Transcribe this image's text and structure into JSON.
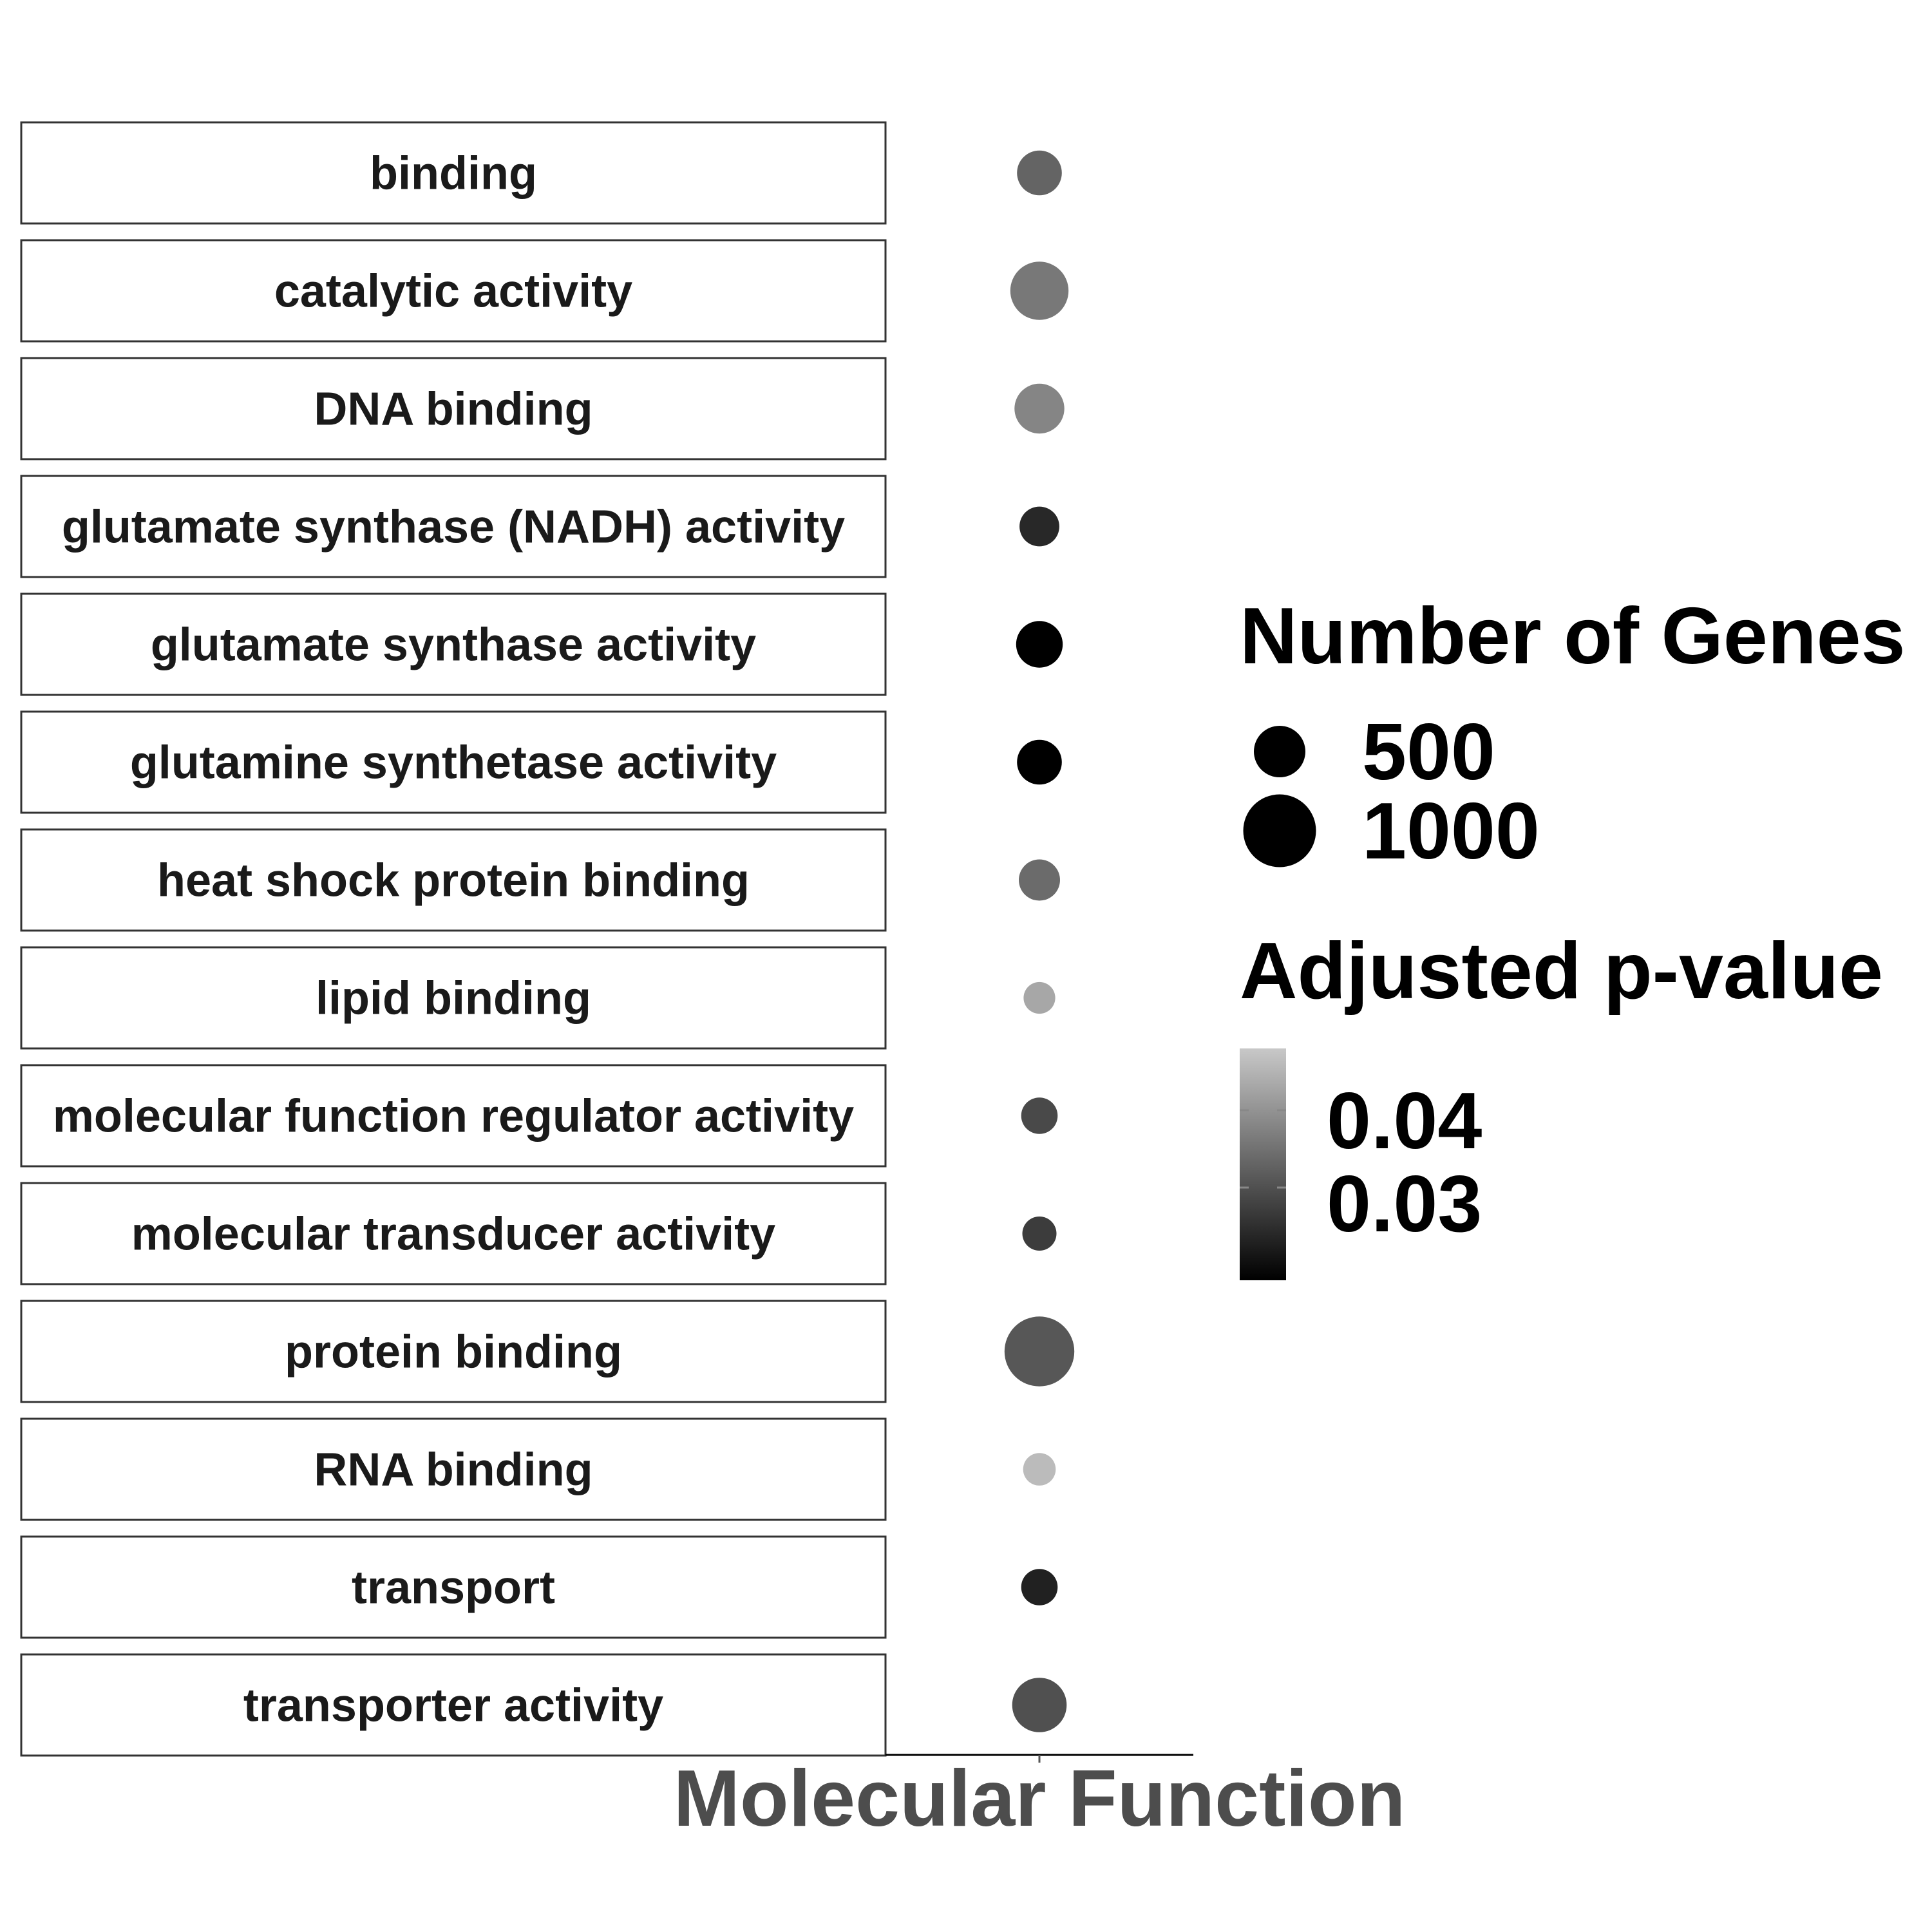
{
  "chart_data": {
    "type": "scatter",
    "x_category": "Molecular Function",
    "xlabel": "Molecular Function",
    "terms": [
      {
        "term": "binding",
        "genes": 380,
        "padj": 0.033
      },
      {
        "term": "catalytic activity",
        "genes": 640,
        "padj": 0.036
      },
      {
        "term": "DNA binding",
        "genes": 470,
        "padj": 0.038
      },
      {
        "term": "glutamate synthase (NADH) activity",
        "genes": 300,
        "padj": 0.024
      },
      {
        "term": "glutamate synthase activity",
        "genes": 410,
        "padj": 0.018
      },
      {
        "term": "glutamine synthetase activity",
        "genes": 380,
        "padj": 0.018
      },
      {
        "term": "heat shock protein binding",
        "genes": 320,
        "padj": 0.034
      },
      {
        "term": "lipid binding",
        "genes": 190,
        "padj": 0.043
      },
      {
        "term": "molecular function regulator activity",
        "genes": 250,
        "padj": 0.029
      },
      {
        "term": "molecular transducer activity",
        "genes": 220,
        "padj": 0.027
      },
      {
        "term": "protein binding",
        "genes": 920,
        "padj": 0.031
      },
      {
        "term": "RNA binding",
        "genes": 200,
        "padj": 0.046
      },
      {
        "term": "transport",
        "genes": 250,
        "padj": 0.023
      },
      {
        "term": "transporter activity",
        "genes": 560,
        "padj": 0.03
      }
    ],
    "size_legend": {
      "title": "Number of Genes",
      "breaks": [
        500,
        1000
      ],
      "labels": [
        "500",
        "1000"
      ]
    },
    "color_legend": {
      "title": "Adjusted p-value",
      "range": [
        0.018,
        0.048
      ],
      "breaks": [
        0.03,
        0.04
      ],
      "labels": [
        "0.03",
        "0.04"
      ],
      "low_color": "#000000",
      "high_color": "#c8c8c8"
    }
  }
}
